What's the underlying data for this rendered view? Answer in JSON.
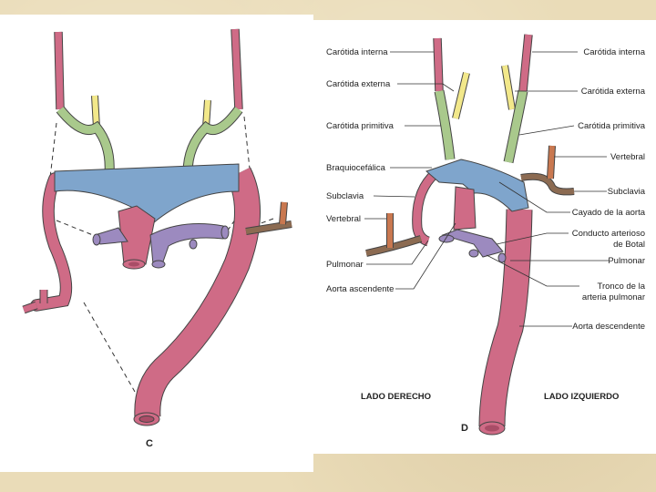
{
  "panel_c": {
    "letter": "C"
  },
  "panel_d": {
    "letter": "D",
    "side_right": "LADO DERECHO",
    "side_left": "LADO IZQUIERDO",
    "labels_left": {
      "carotida_interna": "Carótida interna",
      "carotida_externa": "Carótida externa",
      "carotida_primitiva": "Carótida primitiva",
      "braquiocefalica": "Braquiocefálica",
      "subclavia": "Subclavia",
      "vertebral": "Vertebral",
      "pulmonar": "Pulmonar",
      "aorta_ascendente": "Aorta ascendente"
    },
    "labels_right": {
      "carotida_interna": "Carótida interna",
      "carotida_externa": "Carótida externa",
      "carotida_primitiva": "Carótida primitiva",
      "vertebral": "Vertebral",
      "subclavia": "Subclavia",
      "cayado": "Cayado de la aorta",
      "conducto_1": "Conducto arterioso",
      "conducto_2": "de Botal",
      "pulmonar": "Pulmonar",
      "tronco_1": "Tronco de la",
      "tronco_2": "arteria pulmonar",
      "aorta_descendente": "Aorta descendente"
    }
  },
  "colors": {
    "pink": "#cf6b86",
    "blue": "#7fa5cc",
    "green": "#a9c98c",
    "yellow": "#f2e88a",
    "purple": "#9c8abf",
    "brown": "#8c6b52",
    "orange": "#c97850"
  }
}
